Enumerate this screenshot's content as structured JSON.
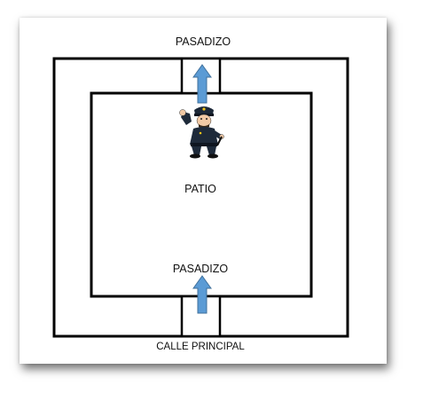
{
  "labels": {
    "top_passage": "PASADIZO",
    "courtyard": "PATIO",
    "bottom_passage": "PASADIZO",
    "street": "CALLE PRINCIPAL"
  },
  "colors": {
    "walls": "#000000",
    "arrow_fill": "#5b9bd5",
    "arrow_stroke": "#41719c"
  },
  "icons": {
    "guard": "police-officer-icon",
    "passage_arrows": "up-arrow-icon"
  }
}
